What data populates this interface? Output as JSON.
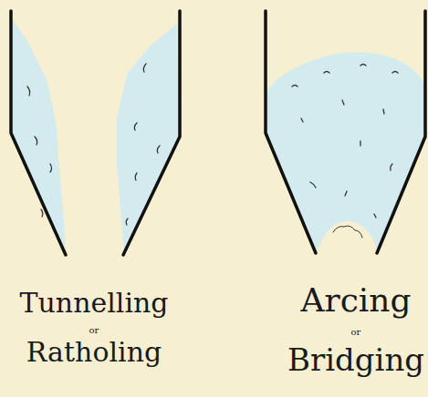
{
  "diagram": {
    "labels": [
      "Tunnelling",
      "or",
      "Ratholing",
      "Arcing",
      "or",
      "Bridging"
    ]
  }
}
